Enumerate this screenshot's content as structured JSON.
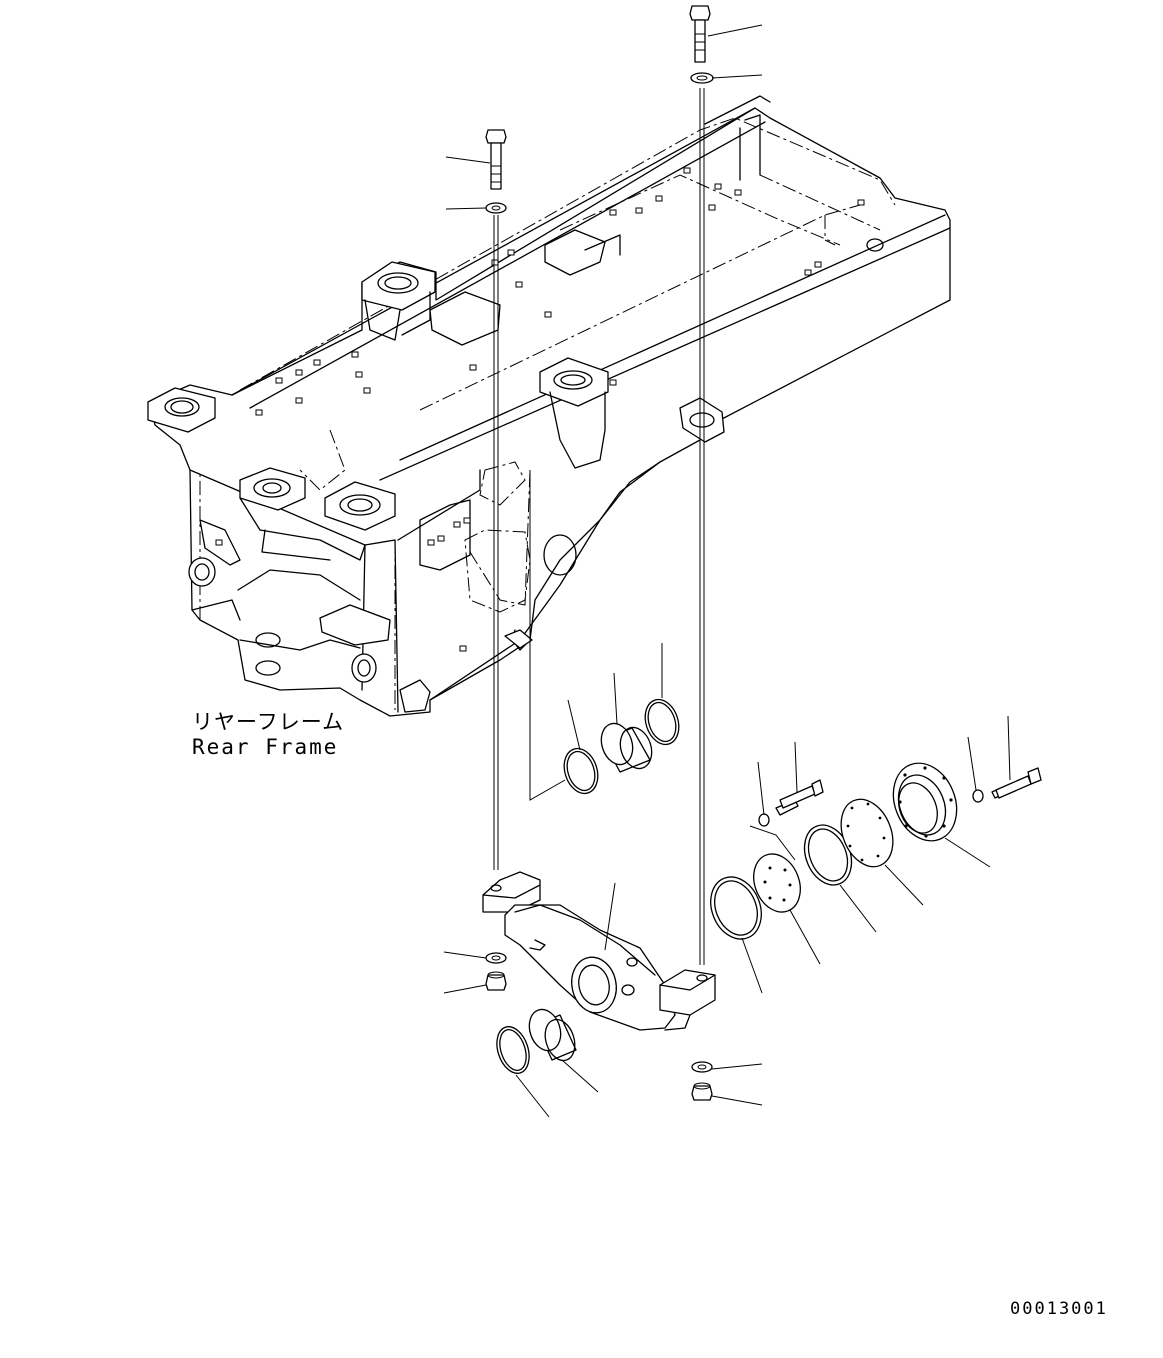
{
  "part_label": {
    "japanese": "リヤーフレーム",
    "english": "Rear Frame"
  },
  "illustration_number": "00013001"
}
